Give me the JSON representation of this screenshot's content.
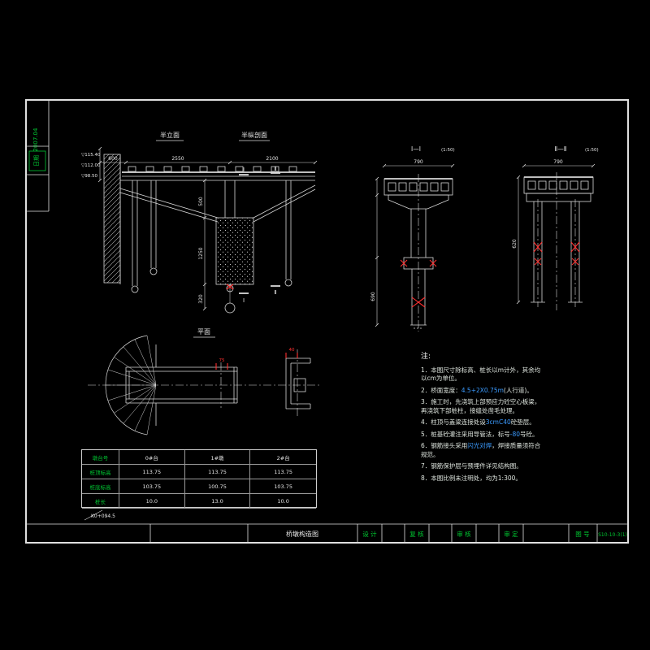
{
  "left_strip": {
    "date": "2007.04",
    "date_label": "日期"
  },
  "elevation": {
    "title_left": "半立面",
    "title_right": "半纵剖面",
    "dims_top": [
      "600",
      "2550",
      "2100"
    ],
    "levels": [
      "▽115.40",
      "▽112.00",
      "▽98.50"
    ],
    "side_dims": [
      "500",
      "1250",
      "320"
    ],
    "cut_I": "Ⅰ",
    "cut_II": "Ⅱ"
  },
  "section1": {
    "title": "Ⅰ—Ⅰ",
    "scale": "(1:50)",
    "dim_top": "790",
    "side_dim": "690"
  },
  "section2": {
    "title": "Ⅱ—Ⅱ",
    "scale": "(1:50)",
    "dim_top": "790",
    "side_dim": "620"
  },
  "plan": {
    "title": "平面",
    "red_dim_a": "75",
    "red_dim_b": "40",
    "station": "K0+094.5"
  },
  "table": {
    "rows": [
      {
        "label": "墩台号",
        "a": "0#台",
        "b": "1#墩",
        "c": "2#台"
      },
      {
        "label": "桩顶标高",
        "a": "113.75",
        "b": "113.75",
        "c": "113.75"
      },
      {
        "label": "桩底标高",
        "a": "103.75",
        "b": "100.75",
        "c": "103.75"
      },
      {
        "label": "桩长",
        "a": "10.0",
        "b": "13.0",
        "c": "10.0"
      }
    ]
  },
  "notes": {
    "title": "注:",
    "items": [
      {
        "pre": "1．本图尺寸除标高、桩长以m计外，其余均以cm为单位。",
        "hl": "",
        "post": ""
      },
      {
        "pre": "2．桥面宽度：",
        "hl": "4.5+2X0.75m",
        "post": "(人行道)。"
      },
      {
        "pre": "3．施工时，先浇筑上部预应力砼空心板梁，再浇筑下部桩柱，接缝处凿毛处理。",
        "hl": "",
        "post": ""
      },
      {
        "pre": "4．柱顶与盖梁连接处设",
        "hl": "3cmC40",
        "post": "砼垫层。"
      },
      {
        "pre": "5．桩基砼灌注采用导管法，标号",
        "hl": "-80",
        "post": "号砼。"
      },
      {
        "pre": "6．钢筋接头采用",
        "hl": "闪光对焊",
        "post": "，焊接质量须符合规范。"
      },
      {
        "pre": "7．钢筋保护层与预埋件详见结构图。",
        "hl": "",
        "post": ""
      },
      {
        "pre": "8．本图比例未注明处，均为1:300。",
        "hl": "",
        "post": ""
      }
    ]
  },
  "titleblock": {
    "drawing_name": "桥墩构造图",
    "fields": [
      "设 计",
      "复 核",
      "审 核",
      "审 定",
      "图 号"
    ],
    "number": "S10-10-3(1)"
  }
}
